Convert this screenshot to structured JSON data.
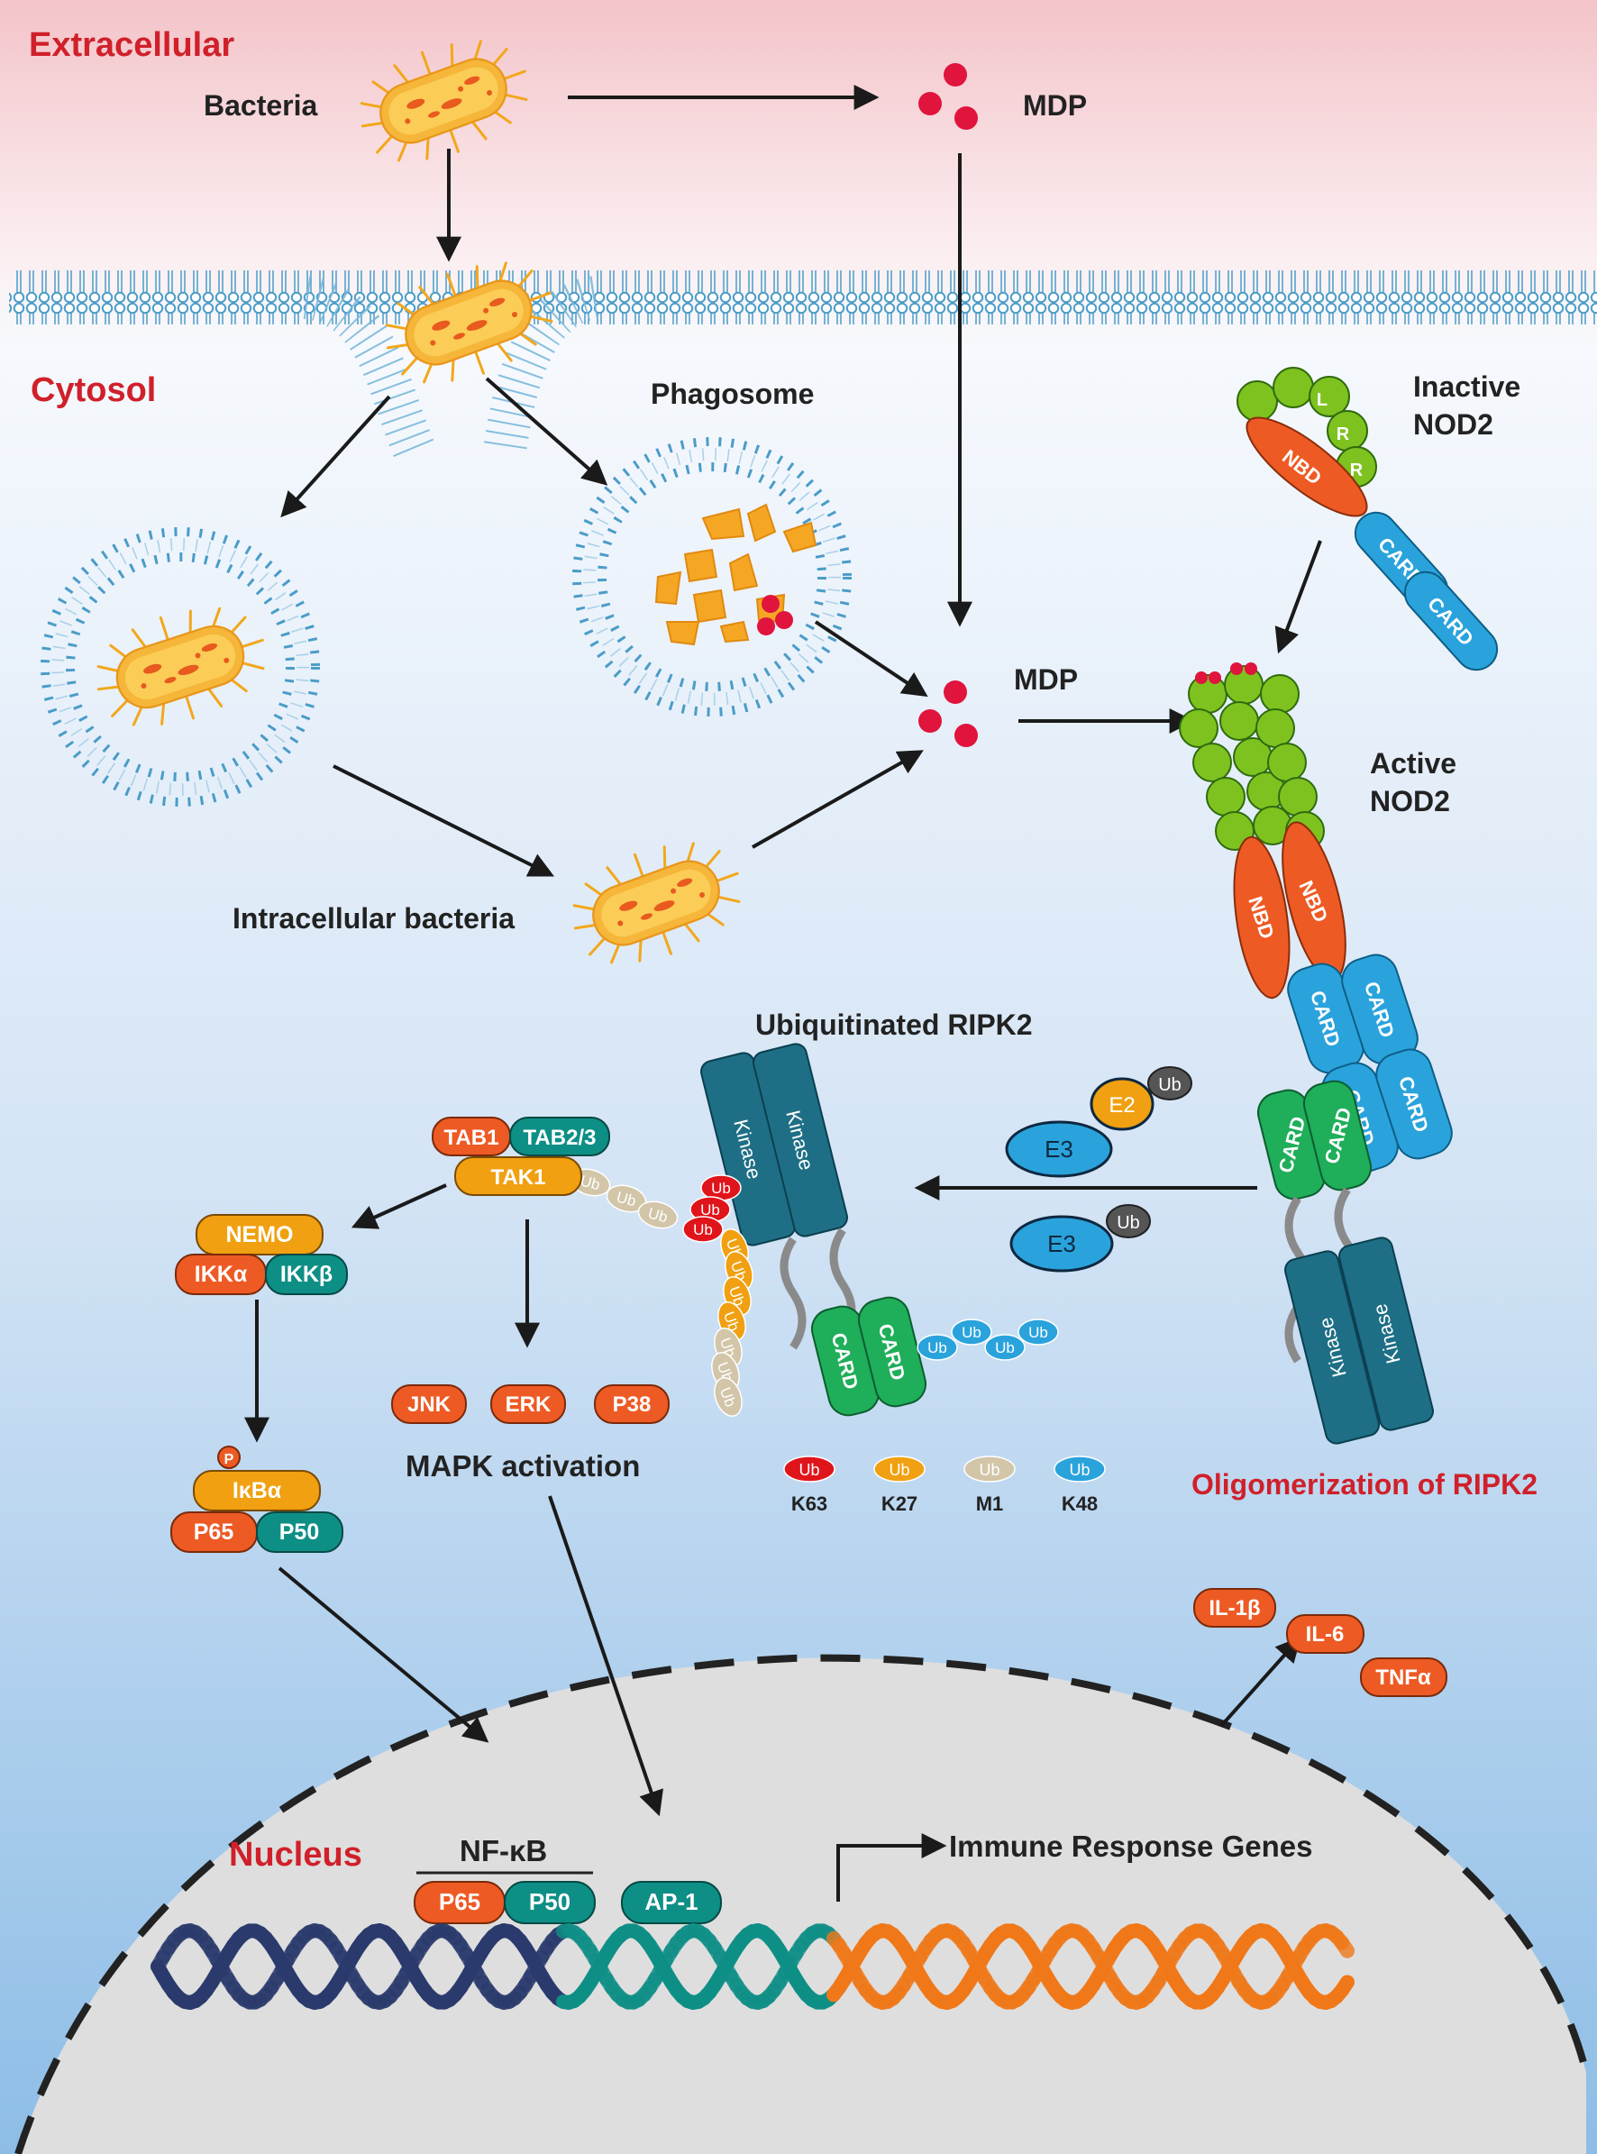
{
  "regions": {
    "extracellular": "Extracellular",
    "cytosol": "Cytosol",
    "nucleus": "Nucleus"
  },
  "labels": {
    "bacteria": "Bacteria",
    "mdp_top": "MDP",
    "mdp_mid": "MDP",
    "phagosome": "Phagosome",
    "intracellular_bacteria": "Intracellular bacteria",
    "inactive_nod2_1": "Inactive",
    "inactive_nod2_2": "NOD2",
    "active_nod2_1": "Active",
    "active_nod2_2": "NOD2",
    "ubiquitinated_ripk2": "Ubiquitinated RIPK2",
    "oligomerization": "Oligomerization of RIPK2",
    "mapk_activation": "MAPK activation",
    "nfkb": "NF-κB",
    "immune_genes": "Immune Response Genes"
  },
  "domains": {
    "lrr_l": "L",
    "lrr_r": "R",
    "nbd": "NBD",
    "card": "CARD",
    "kinase": "Kinase"
  },
  "proteins": {
    "tab1": "TAB1",
    "tab23": "TAB2/3",
    "tak1": "TAK1",
    "nemo": "NEMO",
    "ikka": "IKKα",
    "ikkb": "IKKβ",
    "ikba": "IκBα",
    "phospho": "P",
    "p65": "P65",
    "p50": "P50",
    "jnk": "JNK",
    "erk": "ERK",
    "p38": "P38",
    "e3": "E3",
    "e2": "E2",
    "ub": "Ub",
    "ap1": "AP-1",
    "il1b": "IL-1β",
    "il6": "IL-6",
    "tnfa": "TNFα"
  },
  "ub_legend": [
    {
      "label": "K63",
      "color": "#e0141b"
    },
    {
      "label": "K27",
      "color": "#f0a010"
    },
    {
      "label": "M1",
      "color": "#d2c5a8"
    },
    {
      "label": "K48",
      "color": "#2aa3dc"
    }
  ],
  "colors": {
    "title_red": "#d0202a",
    "orange": "#ee5a24",
    "teal": "#0e8f86",
    "green": "#7ec21f",
    "card_blue": "#2aa3dc",
    "card_green": "#1fae5a",
    "kinase": "#1e6f86",
    "dna_navy": "#2a3a6c",
    "dna_orange": "#f07818"
  }
}
